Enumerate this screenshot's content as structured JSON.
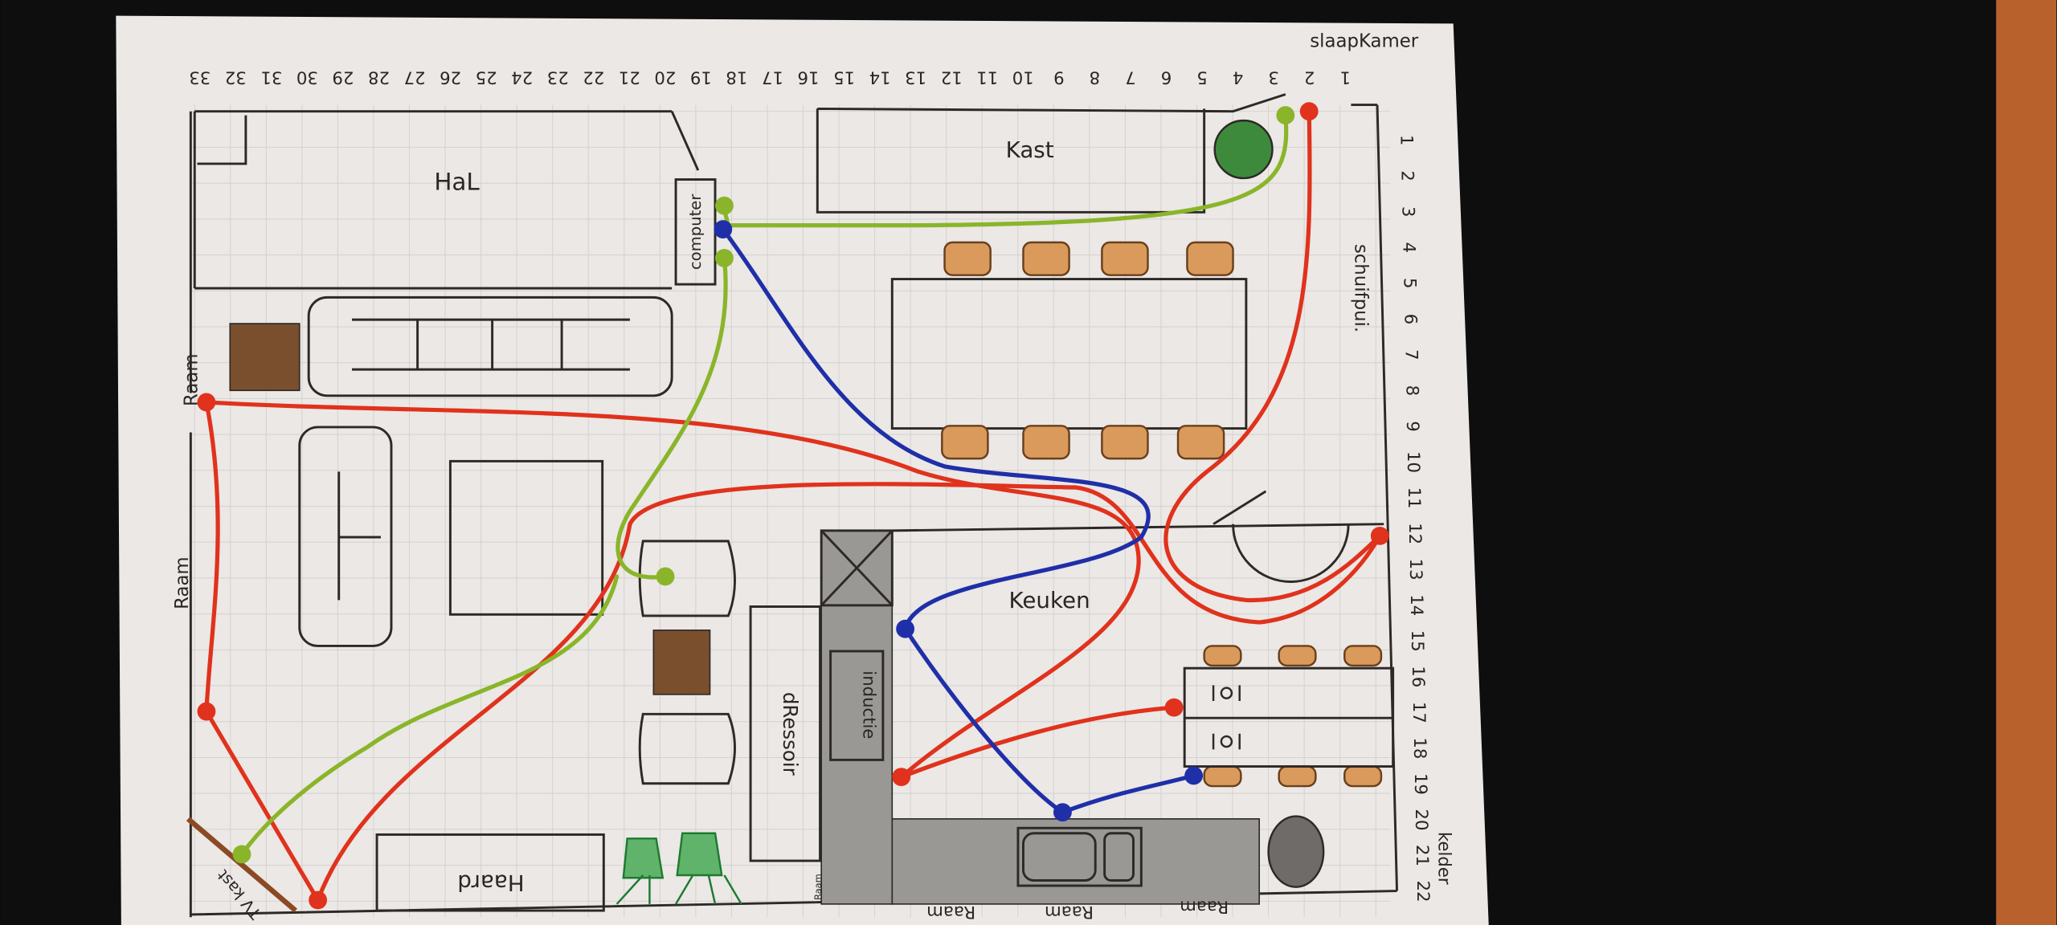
{
  "labels": {
    "slaapkamer": "slaapKamer",
    "kast": "Kast",
    "hal": "HaL",
    "computer": "computer",
    "schuifpui": "schuifpui.",
    "raam_left_top": "Raam",
    "raam_left_mid": "Raam",
    "keuken": "Keuken",
    "inductie": "inductie",
    "dressoir": "dRessoir",
    "haard": "Haard",
    "tv_kast": "TV kast",
    "raam_small": "Raam",
    "raam_bottom_1": "Raam",
    "raam_bottom_2": "Raam",
    "raam_bottom_3": "Raam",
    "kelder": "kelder"
  },
  "top_ruler": [
    "33",
    "32",
    "31",
    "30",
    "29",
    "28",
    "27",
    "26",
    "25",
    "24",
    "23",
    "22",
    "21",
    "20",
    "19",
    "18",
    "17",
    "16",
    "15",
    "14",
    "13",
    "12",
    "11",
    "10",
    "9",
    "8",
    "7",
    "6",
    "5",
    "4",
    "3",
    "2",
    "1"
  ],
  "right_ruler": [
    "1",
    "2",
    "3",
    "4",
    "5",
    "6",
    "7",
    "8",
    "9",
    "10",
    "11",
    "12",
    "13",
    "14",
    "15",
    "16",
    "17",
    "18",
    "19",
    "20",
    "21",
    "22"
  ],
  "colors": {
    "red": "#e0321c",
    "green": "#8ab52a",
    "blue": "#1f2fa8",
    "paper": "#ebe8e6",
    "wood": "#b9612c",
    "chair": "#d99a5b",
    "counter": "#9a9895"
  }
}
